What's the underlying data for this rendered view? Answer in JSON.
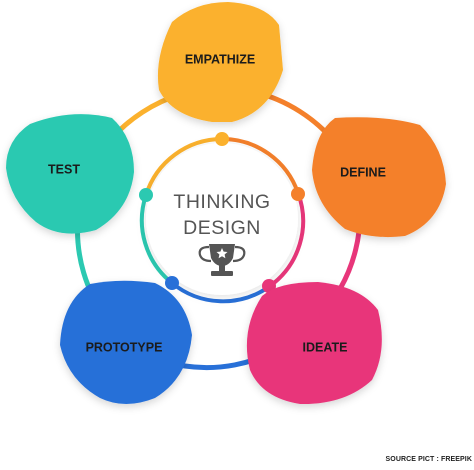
{
  "diagram": {
    "center": {
      "line1": "THINKING",
      "line2": "DESIGN",
      "icon": "trophy-icon"
    },
    "stages": [
      {
        "key": "empathize",
        "label": "EMPATHIZE",
        "color": "#FBB12D"
      },
      {
        "key": "define",
        "label": "DEFINE",
        "color": "#F4802B"
      },
      {
        "key": "ideate",
        "label": "IDEATE",
        "color": "#E8367A"
      },
      {
        "key": "prototype",
        "label": "PROTOTYPE",
        "color": "#2870D8"
      },
      {
        "key": "test",
        "label": "TEST",
        "color": "#2BC9B1"
      }
    ],
    "source": "SOURCE PICT : FREEPIK"
  }
}
